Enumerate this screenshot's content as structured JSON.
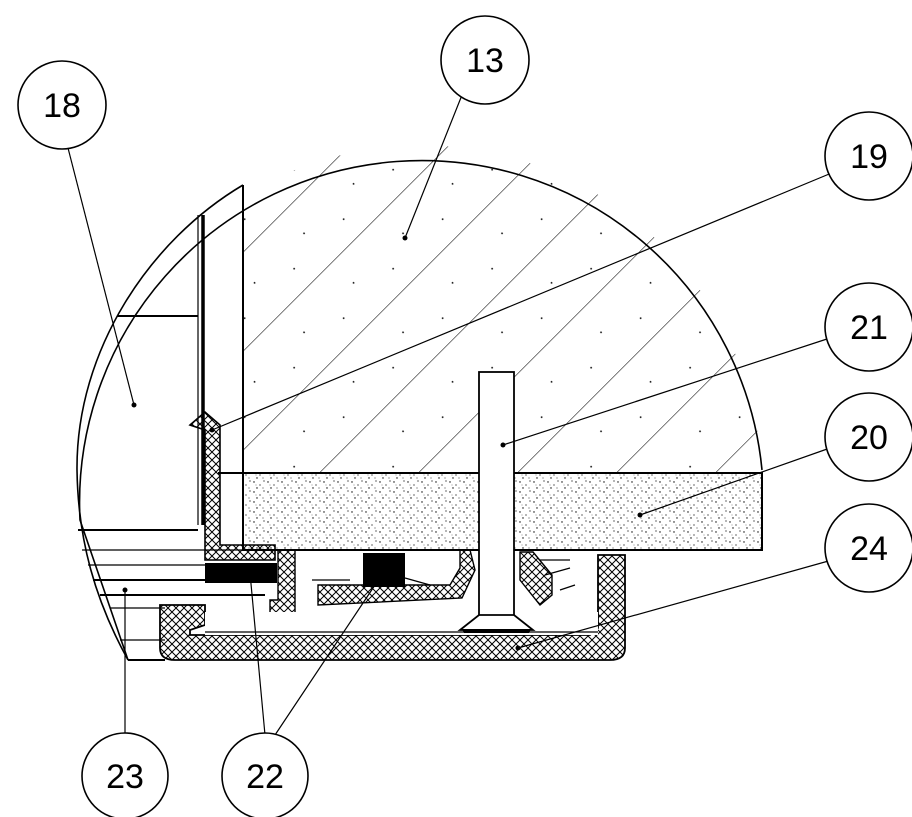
{
  "title": "",
  "callouts": [
    {
      "id": "c13",
      "label": "13"
    },
    {
      "id": "c18",
      "label": "18"
    },
    {
      "id": "c19",
      "label": "19"
    },
    {
      "id": "c21",
      "label": "21"
    },
    {
      "id": "c20",
      "label": "20"
    },
    {
      "id": "c24",
      "label": "24"
    },
    {
      "id": "c23",
      "label": "23"
    },
    {
      "id": "c22",
      "label": "22"
    }
  ],
  "colors": {
    "line": "#000000",
    "background": "#ffffff",
    "gasket_fill": "#000000"
  }
}
